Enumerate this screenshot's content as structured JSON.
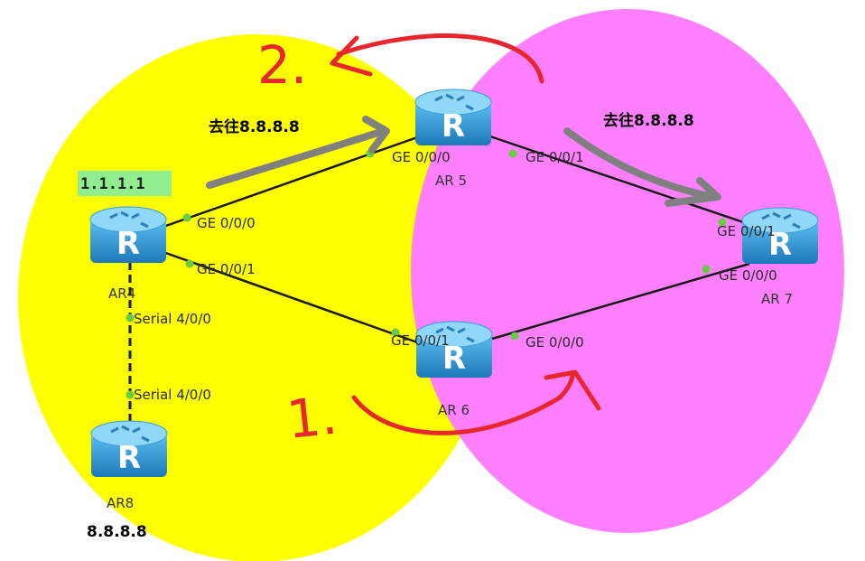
{
  "colors": {
    "left_zone": "#ffff00",
    "right_zone": "#ff80ff",
    "router": "#3aa0d8",
    "link": "#1a1a1a",
    "port_dot": "#66cc44",
    "red": "#e8262d",
    "gray": "#808080",
    "ip_tag": "#90ee90"
  },
  "routers": {
    "ar4": {
      "name": "AR4",
      "icon": "router-icon"
    },
    "ar5": {
      "name": "AR 5",
      "icon": "router-icon"
    },
    "ar6": {
      "name": "AR 6",
      "icon": "router-icon"
    },
    "ar7": {
      "name": "AR 7",
      "icon": "router-icon"
    },
    "ar8": {
      "name": "AR8",
      "icon": "router-icon"
    }
  },
  "ports": {
    "ar4_ge000": "GE 0/0/0",
    "ar4_ge001": "GE 0/0/1",
    "ar4_serial": "Serial 4/0/0",
    "ar5_ge000": "GE 0/0/0",
    "ar5_ge001": "GE 0/0/1",
    "ar6_ge001": "GE 0/0/1",
    "ar6_ge000": "GE 0/0/0",
    "ar7_ge001": "GE 0/0/1",
    "ar7_ge000": "GE 0/0/0",
    "ar8_serial": "Serial 4/0/0"
  },
  "ip_tag": "1.1.1.1",
  "dest_label": "8.8.8.8",
  "path_labels": {
    "left": "去往8.8.8.8",
    "right": "去往8.8.8.8"
  },
  "step_labels": {
    "one": "1.",
    "two": "2."
  }
}
